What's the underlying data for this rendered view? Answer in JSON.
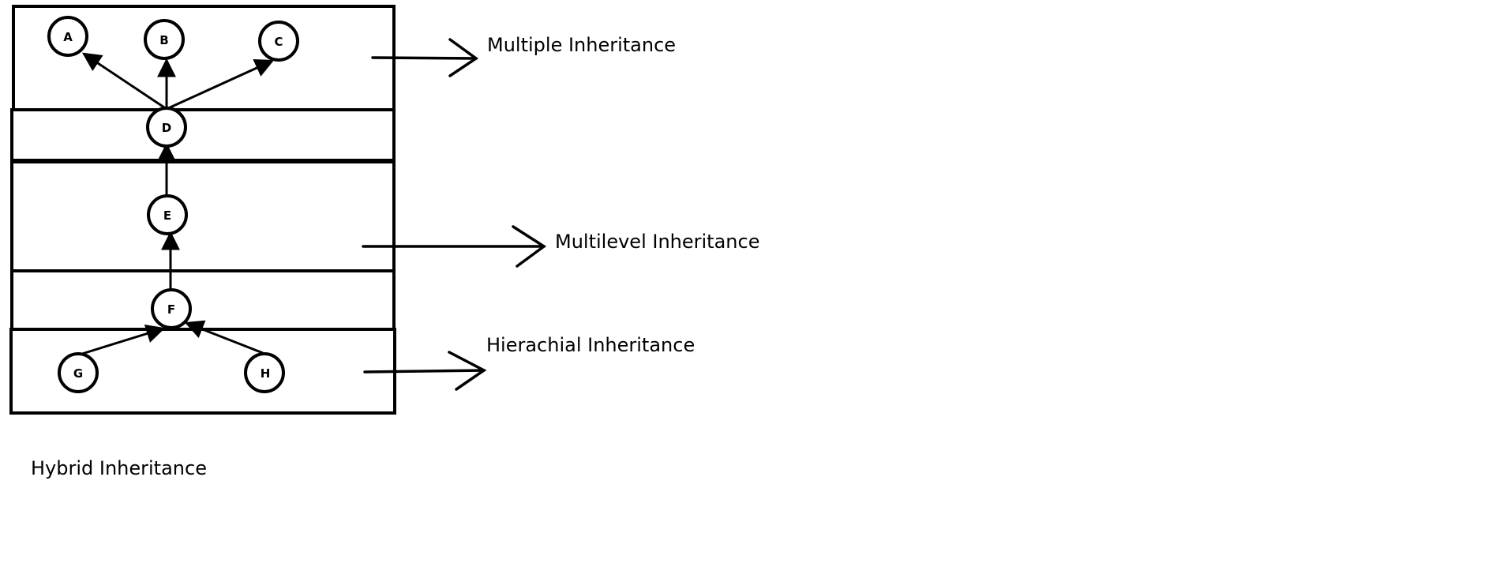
{
  "diagram": {
    "stroke_color": "#000000",
    "background_color": "#ffffff",
    "nodes": {
      "a": "A",
      "b": "B",
      "c": "C",
      "d": "D",
      "e": "E",
      "f": "F",
      "g": "G",
      "h": "H"
    },
    "labels": {
      "multiple": "Multiple Inheritance",
      "multilevel": "Multilevel Inheritance",
      "hierarchical": "Hierachial Inheritance",
      "hybrid": "Hybrid Inheritance"
    }
  }
}
